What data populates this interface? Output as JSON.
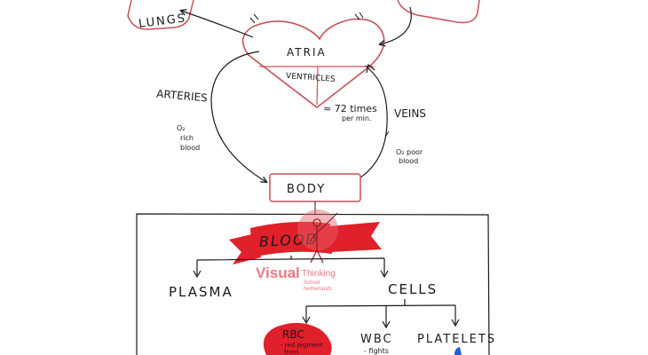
{
  "labels": {
    "lungs": "LUNGS",
    "atria": "ATRIA",
    "ventricles": "VENTRICLES",
    "rate_line1": "≈ 72 times",
    "rate_line2": "per min.",
    "arteries": "ARTERIES",
    "veins": "VEINS",
    "o2_rich_line1": "O₂",
    "o2_rich_line2": "rich",
    "o2_rich_line3": "blood",
    "o2_poor_line1": "O₂ poor",
    "o2_poor_line2": "blood",
    "body": "BODY",
    "blood": "BLOOD",
    "plasma": "PLASMA",
    "cells": "CELLS",
    "rbc": "RBC",
    "rbc_note1": "- red pigment",
    "rbc_note2": "from",
    "wbc": "WBC",
    "wbc_note": "- fights",
    "platelets": "PLATELETS"
  },
  "watermark": {
    "brand_visual": "Visual",
    "brand_thinking": "Thinking",
    "brand_line2": "School",
    "brand_line3": "Netherlands"
  },
  "colors": {
    "ink": "#1a1a1a",
    "outline_red": "#c8505a",
    "banner_red": "#e0202a",
    "watermark_red": "#e8646e",
    "accent_blue": "#1e5fd8"
  }
}
